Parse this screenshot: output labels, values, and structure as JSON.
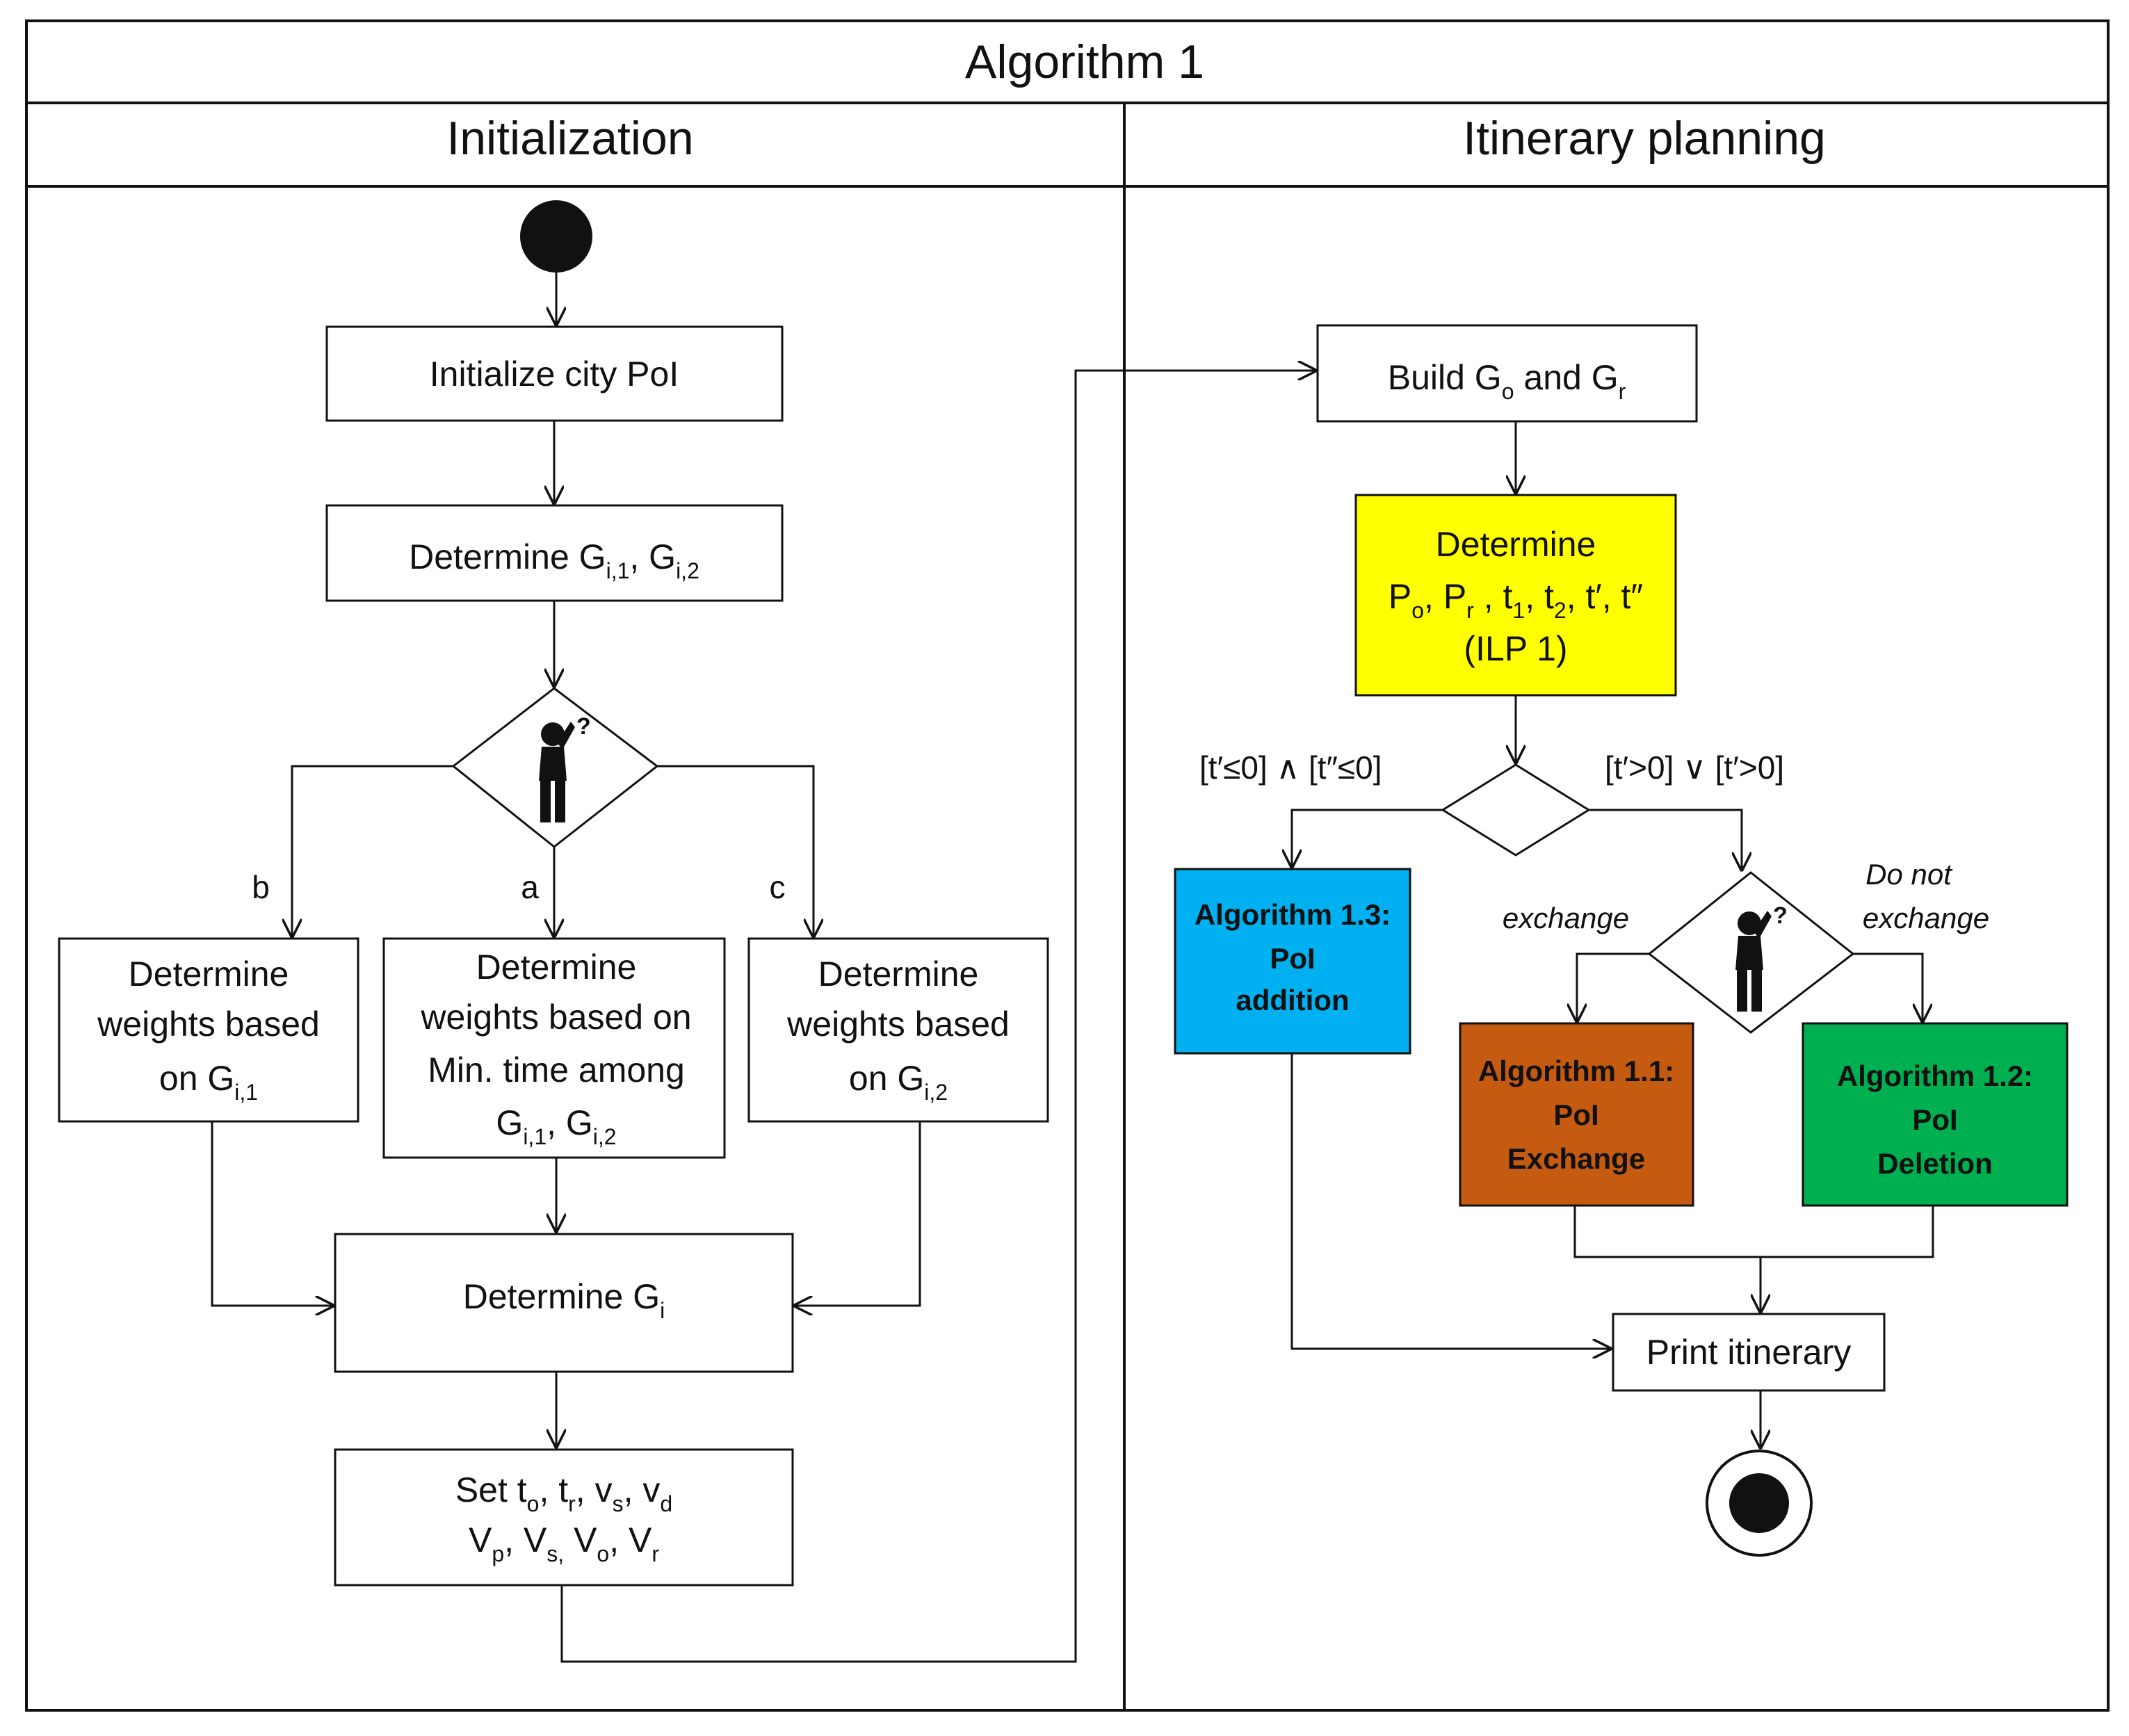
{
  "title": "Algorithm 1",
  "lanes": {
    "left": "Initialization",
    "right": "Itinerary planning"
  },
  "nodes": {
    "init_poi": "Initialize city PoI",
    "det_g12": {
      "a": "Determine G",
      "s1": "i,1",
      "b": ", G",
      "s2": "i,2"
    },
    "weights_b": {
      "l1": "Determine",
      "l2": "weights based",
      "l3a": "on G",
      "l3s": "i,1"
    },
    "weights_a": {
      "l1": "Determine",
      "l2": "weights based on",
      "l3": "Min. time among",
      "l4a": "G",
      "l4s1": "i,1",
      "l4b": ", G",
      "l4s2": "i,2"
    },
    "weights_c": {
      "l1": "Determine",
      "l2": "weights based",
      "l3a": "on G",
      "l3s": "i,2"
    },
    "det_gi": {
      "a": "Determine G",
      "s": "i"
    },
    "set_params": {
      "l1": {
        "a": "Set t",
        "s1": "o",
        "b": ", t",
        "s2": "r",
        "c": ", v",
        "s3": "s",
        "d": ", v",
        "s4": "d"
      },
      "l2": {
        "a": "V",
        "s1": "p",
        "b": ", V",
        "s2": "s,",
        "c": " V",
        "s3": "o",
        "d": ", V",
        "s4": "r"
      }
    },
    "build_g": {
      "a": "Build G",
      "s1": "o",
      "b": " and G",
      "s2": "r"
    },
    "ilp": {
      "l1": "Determine",
      "l2": {
        "a": "P",
        "s1": "o",
        "b": ", P",
        "s2": "r",
        "c": " , t",
        "s3": "1",
        "d": ", t",
        "s4": "2",
        "e": ", t′, t″"
      },
      "l3": "(ILP 1)"
    },
    "alg13": {
      "l1": "Algorithm 1.3:",
      "l2": "PoI",
      "l3": "addition"
    },
    "alg11": {
      "l1": "Algorithm 1.1:",
      "l2": "PoI",
      "l3": "Exchange"
    },
    "alg12": {
      "l1": "Algorithm 1.2:",
      "l2": "PoI",
      "l3": "Deletion"
    },
    "print": "Print itinerary"
  },
  "edge_labels": {
    "b": "b",
    "a": "a",
    "c": "c",
    "cond_left": "[t′≤0] ∧ [t″≤0]",
    "cond_right": "[t′>0] ∨ [t′>0]",
    "exchange": "exchange",
    "do_not_1": "Do not",
    "do_not_2": "exchange"
  },
  "colors": {
    "ilp": "#ffff00",
    "alg13": "#00b0f0",
    "alg11": "#c55a11",
    "alg12": "#00b050"
  },
  "icons": [
    "thinking-person-icon"
  ]
}
